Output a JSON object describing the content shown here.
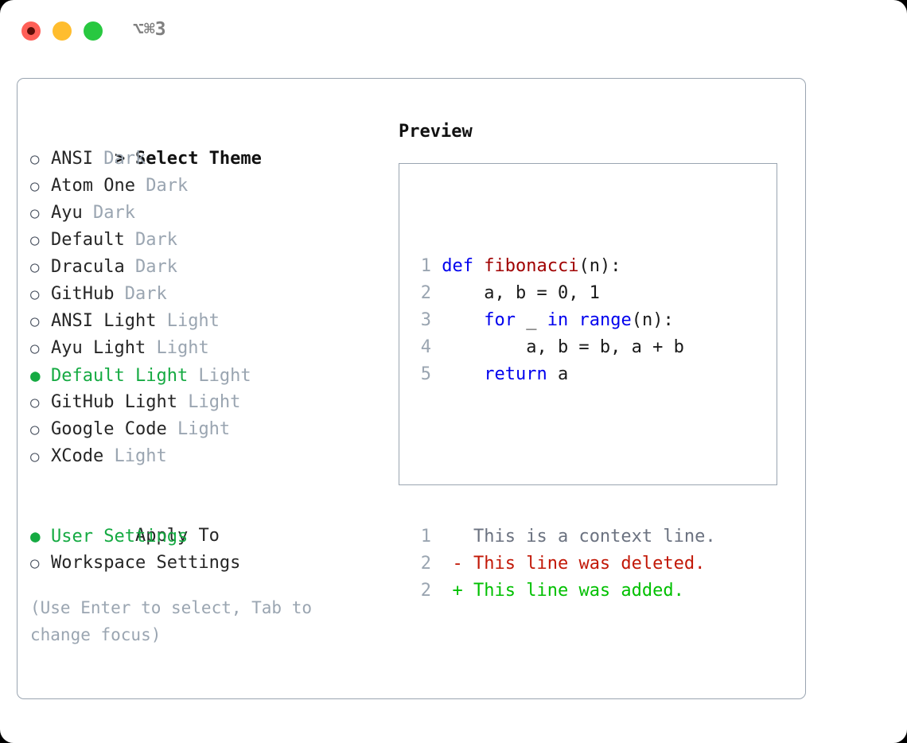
{
  "titlebar": {
    "shortcut": "⌥⌘3",
    "buttons": [
      {
        "name": "close",
        "color": "#ff5f57"
      },
      {
        "name": "minimize",
        "color": "#ffbd2e"
      },
      {
        "name": "maximize",
        "color": "#28c840"
      }
    ]
  },
  "theme_picker": {
    "header_marker": ">",
    "header_label": "Select Theme",
    "items": [
      {
        "marker": "○",
        "label": "ANSI",
        "tag": "Dark",
        "selected": false
      },
      {
        "marker": "○",
        "label": "Atom One",
        "tag": "Dark",
        "selected": false
      },
      {
        "marker": "○",
        "label": "Ayu",
        "tag": "Dark",
        "selected": false
      },
      {
        "marker": "○",
        "label": "Default",
        "tag": "Dark",
        "selected": false
      },
      {
        "marker": "○",
        "label": "Dracula",
        "tag": "Dark",
        "selected": false
      },
      {
        "marker": "○",
        "label": "GitHub",
        "tag": "Dark",
        "selected": false
      },
      {
        "marker": "○",
        "label": "ANSI Light",
        "tag": "Light",
        "selected": false
      },
      {
        "marker": "○",
        "label": "Ayu Light",
        "tag": "Light",
        "selected": false
      },
      {
        "marker": "●",
        "label": "Default Light",
        "tag": "Light",
        "selected": true
      },
      {
        "marker": "○",
        "label": "GitHub Light",
        "tag": "Light",
        "selected": false
      },
      {
        "marker": "○",
        "label": "Google Code",
        "tag": "Light",
        "selected": false
      },
      {
        "marker": "○",
        "label": "XCode",
        "tag": "Light",
        "selected": false
      }
    ]
  },
  "apply_to": {
    "header_label": "Apply To",
    "items": [
      {
        "marker": "●",
        "label": "User Settings",
        "selected": true
      },
      {
        "marker": "○",
        "label": "Workspace Settings",
        "selected": false
      }
    ]
  },
  "hint": "(Use Enter to select, Tab to change focus)",
  "preview": {
    "title": "Preview",
    "code_lines": [
      {
        "num": "1",
        "tokens": [
          {
            "t": "def ",
            "c": "kw"
          },
          {
            "t": "fibonacci",
            "c": "fn"
          },
          {
            "t": "(n):",
            "c": "pl"
          }
        ]
      },
      {
        "num": "2",
        "tokens": [
          {
            "t": "    a, b = 0, 1",
            "c": "pl"
          }
        ]
      },
      {
        "num": "3",
        "tokens": [
          {
            "t": "    ",
            "c": "pl"
          },
          {
            "t": "for",
            "c": "kw"
          },
          {
            "t": " _ ",
            "c": "pl"
          },
          {
            "t": "in",
            "c": "kw"
          },
          {
            "t": " ",
            "c": "pl"
          },
          {
            "t": "range",
            "c": "kw"
          },
          {
            "t": "(n):",
            "c": "pl"
          }
        ]
      },
      {
        "num": "4",
        "tokens": [
          {
            "t": "        a, b = b, a + b",
            "c": "pl"
          }
        ]
      },
      {
        "num": "5",
        "tokens": [
          {
            "t": "    ",
            "c": "pl"
          },
          {
            "t": "return",
            "c": "kw"
          },
          {
            "t": " a",
            "c": "pl"
          }
        ]
      }
    ],
    "diff_lines": [
      {
        "num": "1",
        "sign": " ",
        "text": " This is a context line.",
        "kind": "ctx"
      },
      {
        "num": "2",
        "sign": "-",
        "text": " This line was deleted.",
        "kind": "del"
      },
      {
        "num": "2",
        "sign": "+",
        "text": " This line was added.",
        "kind": "add"
      }
    ]
  },
  "colors": {
    "accent_green": "#15aa42",
    "muted": "#9aa5b1",
    "keyword": "#0000ee",
    "function": "#a00000",
    "diff_delete": "#c21807",
    "diff_add": "#00c000",
    "border": "#9aa5b1"
  }
}
